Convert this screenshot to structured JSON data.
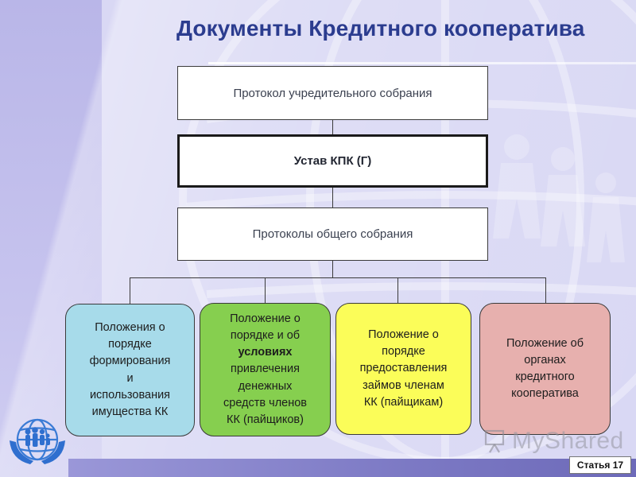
{
  "title": "Документы Кредитного кооператива",
  "top_boxes": {
    "protocol": "Протокол учредительного собрания",
    "ustav": "Устав КПК (Г)",
    "general": "Протоколы общего собрания"
  },
  "leaves": [
    {
      "lines": [
        "Положения о",
        "порядке",
        "формирования",
        "и",
        "использования",
        "имущества КК"
      ],
      "color": "#a7dbea"
    },
    {
      "line1": "Положение о",
      "line2": "порядке и об",
      "bold": "условиях",
      "line4": "привлечения",
      "line5": "денежных",
      "line6": "средств членов",
      "line7": "КК (пайщиков)",
      "color": "#86cf4f"
    },
    {
      "lines": [
        "Положение о",
        "порядке",
        "предоставления",
        "займов членам",
        "КК (пайщикам)"
      ],
      "color": "#fbfd59"
    },
    {
      "lines": [
        "Положение об",
        "органах",
        "кредитного",
        "кооператива"
      ],
      "color": "#e7b0ae"
    }
  ],
  "watermark": "MyShared",
  "article_tag": "Статья 17",
  "colors": {
    "title": "#2b3c8f",
    "background": "#d9d8f4"
  },
  "icons": {
    "logo": "family-in-hands-globe-logo",
    "watermark": "projector-screen-icon"
  }
}
